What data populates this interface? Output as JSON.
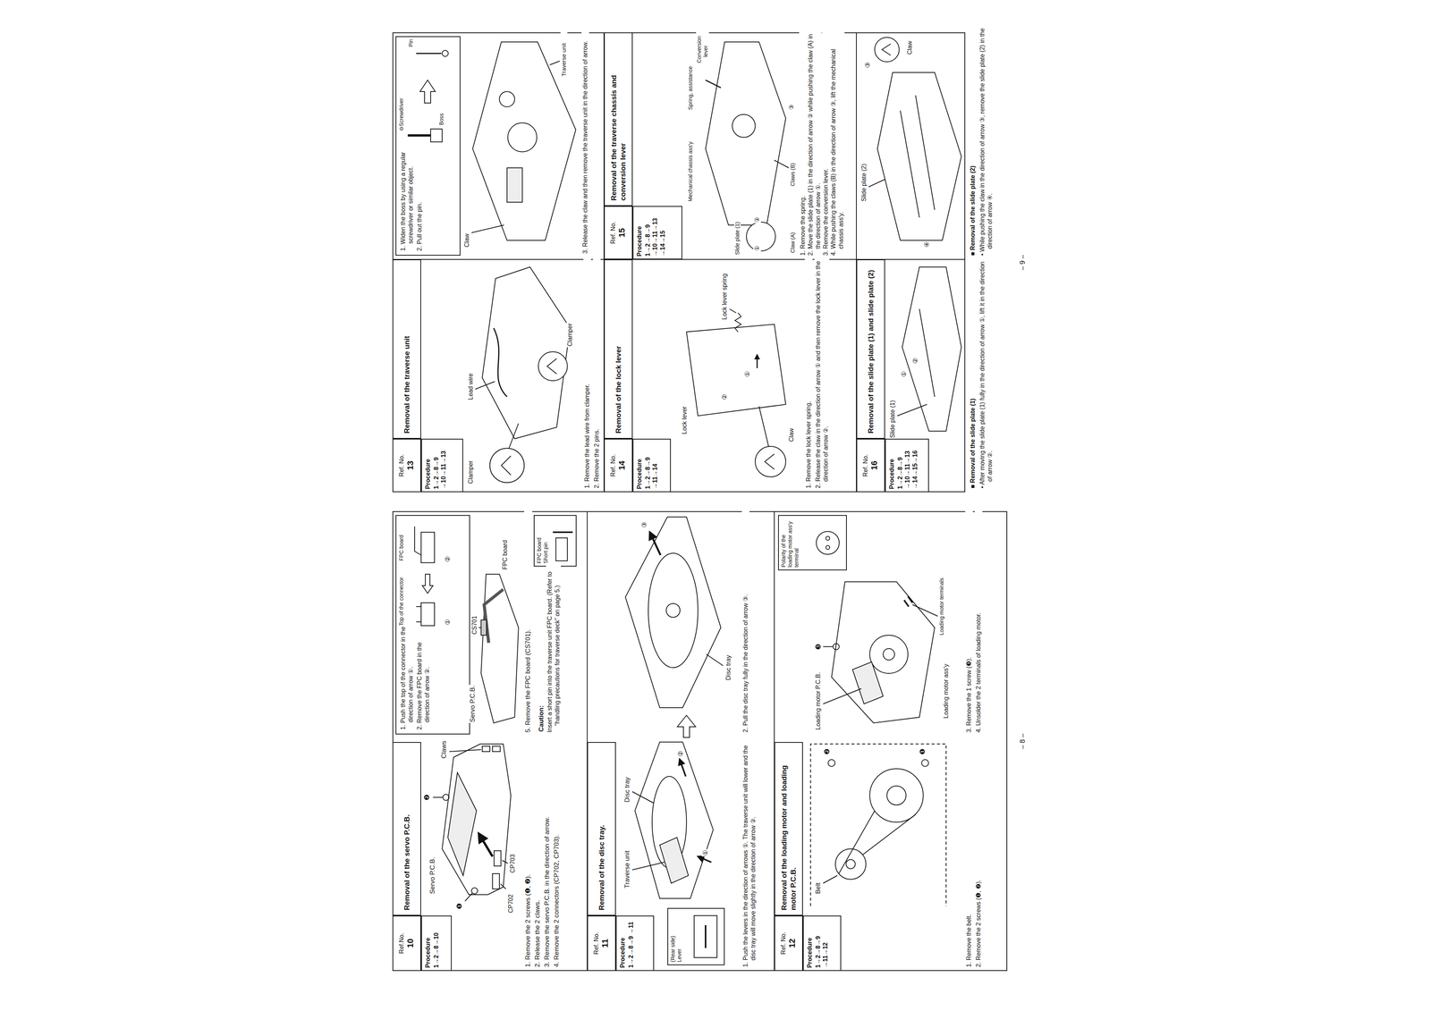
{
  "diagram": {
    "nodes": [
      {
        "text": [
          "Ref.No.",
          "10"
        ]
      },
      {
        "text": [
          "Removal of the servo P.C.B."
        ]
      },
      {
        "text": [
          "Procedure",
          "1→2→8→10"
        ]
      },
      {
        "text": [
          "1. Push the top of the connector in the direction of arrow ①.",
          "2. Remove the FPC board in the direction of arrow ②."
        ]
      },
      {
        "text": [
          "FPC board",
          "Short pin"
        ]
      },
      {
        "text": [
          "Ref. No.",
          "11"
        ]
      },
      {
        "text": [
          "Removal of the disc tray."
        ]
      },
      {
        "text": [
          "Procedure",
          "1→2→8→9 →11"
        ]
      },
      {
        "text": [
          "(Rear side)",
          "Lever"
        ]
      },
      {
        "text": [
          "Ref. No.",
          "12"
        ]
      },
      {
        "text": [
          "Removal of the loading motor and loading motor P.C.B."
        ]
      },
      {
        "text": [
          "Procedure",
          "1→2→8→9 →11→12"
        ]
      },
      {
        "text": [
          "Polarity of the loading motor ass'y terminal"
        ]
      },
      {
        "text": [
          "Ref. No.",
          "13"
        ]
      },
      {
        "text": [
          "Removal of the traverse unit"
        ]
      },
      {
        "text": [
          "Procedure",
          "1→2→8→9 →10→11→13"
        ]
      },
      {
        "text": [
          "1. Widen the boss by using a regular screwdriver or similar object.",
          "2. Pull out the pin."
        ]
      },
      {
        "text": [
          "Ref. No.",
          "14"
        ]
      },
      {
        "text": [
          "Removal of the lock lever"
        ]
      },
      {
        "text": [
          "Procedure",
          "1→2→8→9 →11→14"
        ]
      },
      {
        "text": [
          "Ref. No.",
          "15"
        ]
      },
      {
        "text": [
          "Removal of the traverse chassis and conversion lever"
        ]
      },
      {
        "text": [
          "Procedure",
          "1→2→8→9 →10→11→13 →14→15"
        ]
      },
      {
        "text": [
          "Ref. No.",
          "16"
        ]
      },
      {
        "text": [
          "Removal of the slide plate (1) and slide plate (2)"
        ]
      },
      {
        "text": [
          "Procedure",
          "1→2→8→9 →10→11→13 →14→15→16"
        ]
      }
    ],
    "labels": [
      "Servo P.C.B.",
      "❶",
      "❷",
      "Claws",
      "CP702",
      "CP703",
      "1. Remove the 2 screws (❶, ❷).",
      "2. Release the 2 claws.",
      "3. Remove the servo P.C.B. in the direction of arrow.",
      "4. Remove the 2 connectors (CP702, CP703).",
      "Top of the connector",
      "①",
      "FPC board",
      "②",
      "Servo P.C.B.",
      "CS701",
      "FPC board",
      "5. Remove the FPC board (CS701).",
      "Caution:",
      "Insert a short pin into the traverse unit FPC board. (Refer to \"handling precautions for traverse deck\" on page 5.)",
      "Traverse unit",
      "Disc tray",
      "①",
      "②",
      "Disc tray",
      "③",
      "1. Push the levers in the direction of arrows ①. The traverse unit will lower and the disc tray will move slightly in the direction of arrow ②.",
      "2. Pull the disc tray fully in the direction of arrow ③.",
      "Belt",
      "❶",
      "❷",
      "Loading motor P.C.B.",
      "❸",
      "Loading motor ass'y",
      "Loading motor terminals",
      "1. Remove the belt.",
      "2. Remove the 2 screws (❶, ❷).",
      "3. Remove the 1 screw (❸).",
      "4. Unsolder the 2 terminals of loading motor.",
      "– 8 –",
      "Clamper",
      "Lead wire",
      "Clamper",
      "1. Remove the lead wire from clamper.",
      "2. Remove the 2 pins.",
      "⊖Screwdriver",
      "Boss",
      "Pin",
      "Claw",
      "Traverse unit",
      "3. Release the claw and then remove the traverse unit in the direction of arrow.",
      "Lock lever",
      "Lock lever spring",
      "①",
      "②",
      "Claw",
      "1. Remove the lock lever spring.",
      "2. Release the claw in the direction of arrow ① and then remove the lock lever in the direction of arrow ②.",
      "Mechanical chassis ass'y",
      "Spring, assistance",
      "Conversion lever",
      "Slide plate (1)",
      "①",
      "②",
      "Claw (A)",
      "Claws (B)",
      "③",
      "1. Remove the spring.",
      "2. Move the slide plate (1) in the direction of arrow ② while pushing the claw (A) in the direction of arrow ①.",
      "3. Remove the conversion lever.",
      "4. While pushing the claws (B) in the direction of arrow ③, lift the mechanical chassis ass'y.",
      "Slide plate (1)",
      "①",
      "②",
      "Slide plate (2)",
      "③",
      "④",
      "Claw",
      "■ Removal of the slide plate (1)",
      "• After moving the slide plate (1) fully in the direction of arrow ①, lift it in the direction of arrow ②.",
      "■ Removal of the slide plate (2)",
      "• While pushing the claw in the direction of arrow ③, remove the slide plate (2) in the direction of arrow ④.",
      "– 9 –"
    ]
  }
}
